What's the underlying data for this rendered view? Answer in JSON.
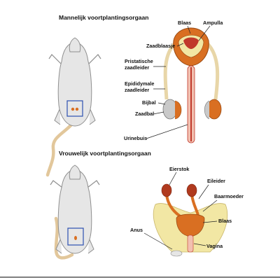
{
  "male": {
    "title": "Mannelijk voortplantingsorgaan",
    "labels": {
      "blaas": "Blaas",
      "ampulla": "Ampulla",
      "zaadblaasje": "Zaadblaasje",
      "pristatische_1": "Pristatische",
      "pristatische_2": "zaadleider",
      "epididymale_1": "Epididymale",
      "epididymale_2": "zaadleider",
      "bijbal": "Bijbal",
      "zaadbal": "Zaadbal",
      "urinebuis": "Urinebuis"
    }
  },
  "female": {
    "title": "Vrouwelijk voortplantingsorgaan",
    "labels": {
      "eierstok": "Eierstok",
      "eileider": "Eileider",
      "baarmoeder": "Baarmoeder",
      "blaas": "Blaas",
      "anus": "Anus",
      "vagina": "Vagina"
    }
  },
  "colors": {
    "mouse_body": "#e6e6e6",
    "mouse_outline": "#8f8f8f",
    "tail": "#e2c79b",
    "highlight_box": "#2c4fb0",
    "organ_orange": "#d96f22",
    "organ_red": "#c0392b",
    "tissue_yellow": "#f2e7a4",
    "testis": "#c9c9c9",
    "bottom_rule": "#555555"
  }
}
